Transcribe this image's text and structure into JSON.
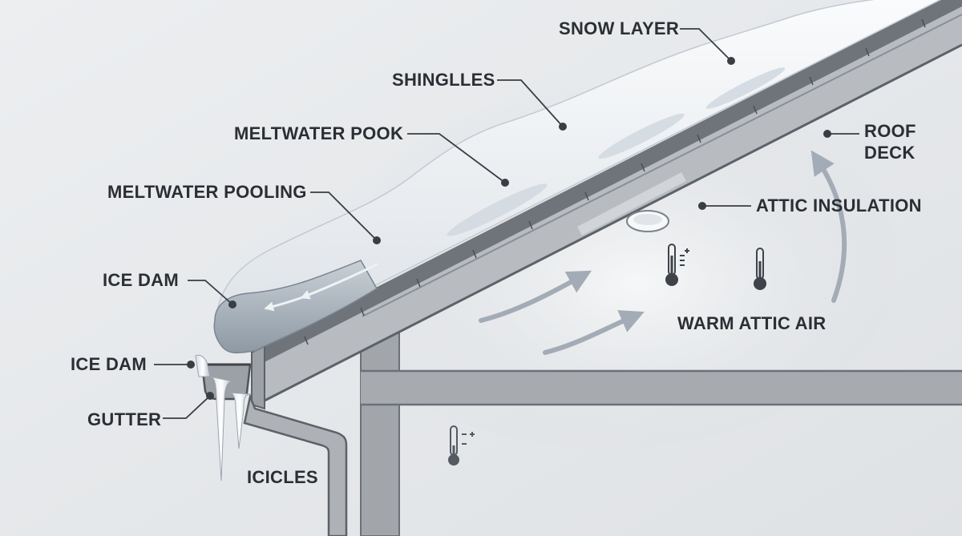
{
  "labels": {
    "snow_layer": "SNOW LAYER",
    "shingles": "SHINGLLES",
    "meltwater_pook": "MELTWATER POOK",
    "meltwater_pooling": "MELTWATER POOLING",
    "ice_dam_upper": "ICE DAM",
    "ice_dam_lower": "ICE DAM",
    "gutter": "GUTTER",
    "icicles": "ICICLES",
    "roof_deck_line1": "ROOF",
    "roof_deck_line2": "DECK",
    "attic_insulation": "ATTIC INSULATION",
    "warm_attic_air": "WARM ATTIC AIR"
  },
  "colors": {
    "background": "#e4e6e9",
    "structure": "#9ea2a8",
    "structure_dark": "#5d6269",
    "snow": "#f4f6f8",
    "ice": "#a9b3bd",
    "label_text": "#2b2e33",
    "leader_line": "#3a3d42"
  },
  "icons": [
    "thermometer-rising-icon",
    "thermometer-icon",
    "thermometer-cold-icon",
    "warm-air-arrow-icon",
    "meltwater-flow-arrow-icon",
    "attic-vent-icon"
  ]
}
